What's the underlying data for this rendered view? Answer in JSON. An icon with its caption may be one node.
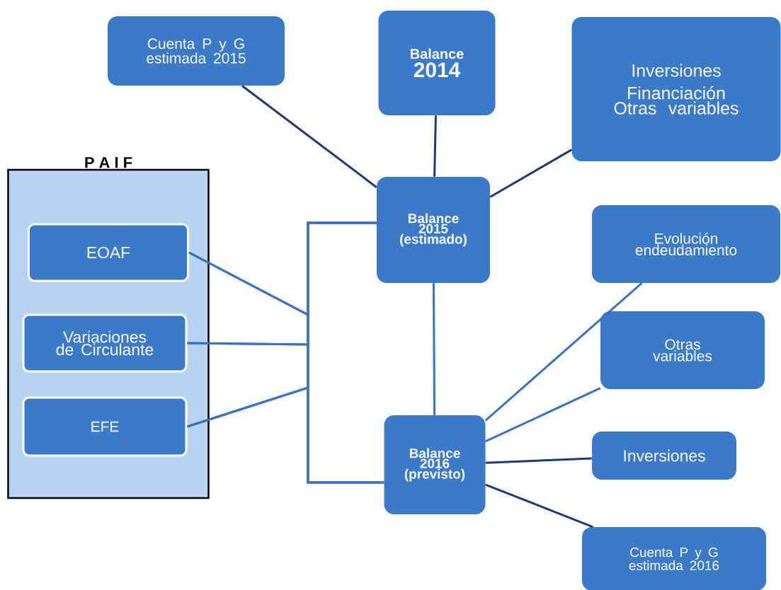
{
  "diagram": {
    "nodes": [
      {
        "text": [
          "Cuenta  P y G estimada 2015"
        ]
      },
      {
        "text": [
          "Balance",
          "2014"
        ]
      },
      {
        "text": [
          "Inversiones",
          "Financiación",
          "Otras variables"
        ]
      },
      {
        "text": [
          "P A I F"
        ]
      },
      {
        "text": [
          "EOAF"
        ],
        "in": 3
      },
      {
        "text": [
          "Variaciones de Circulante"
        ],
        "in": 3
      },
      {
        "text": [
          "EFE"
        ],
        "in": 3
      },
      {
        "text": [
          "Balance 2015 (estimado)"
        ]
      },
      {
        "text": [
          "Evolución endeudamiento"
        ]
      },
      {
        "text": [
          "Otras variables"
        ]
      },
      {
        "text": [
          "Balance 2016 (previsto)"
        ]
      },
      {
        "text": [
          "Inversiones"
        ]
      },
      {
        "text": [
          "Cuenta  P y G estimada 2016"
        ]
      }
    ],
    "edges": [
      {
        "from": 0,
        "to": 7,
        "arrow": "none",
        "color": "#1f3b73"
      },
      {
        "from": 1,
        "to": 7,
        "arrow": "none",
        "color": "#1f3b73"
      },
      {
        "from": 2,
        "to": 7,
        "arrow": "none",
        "color": "#1f3b73"
      },
      {
        "from": 4,
        "to": 7,
        "arrow": "none"
      },
      {
        "from": 5,
        "to": 7,
        "arrow": "none"
      },
      {
        "from": 6,
        "to": 7,
        "arrow": "none"
      },
      {
        "from": 4,
        "to": 10,
        "arrow": "none"
      },
      {
        "from": 5,
        "to": 10,
        "arrow": "none"
      },
      {
        "from": 6,
        "to": 10,
        "arrow": "none"
      },
      {
        "from": 7,
        "to": 10,
        "arrow": "none"
      },
      {
        "from": 8,
        "to": 10,
        "arrow": "none"
      },
      {
        "from": 9,
        "to": 10,
        "arrow": "none"
      },
      {
        "from": 11,
        "to": 10,
        "arrow": "none",
        "color": "#1f3b73"
      },
      {
        "from": 12,
        "to": 10,
        "arrow": "none",
        "color": "#1f3b73"
      }
    ]
  }
}
